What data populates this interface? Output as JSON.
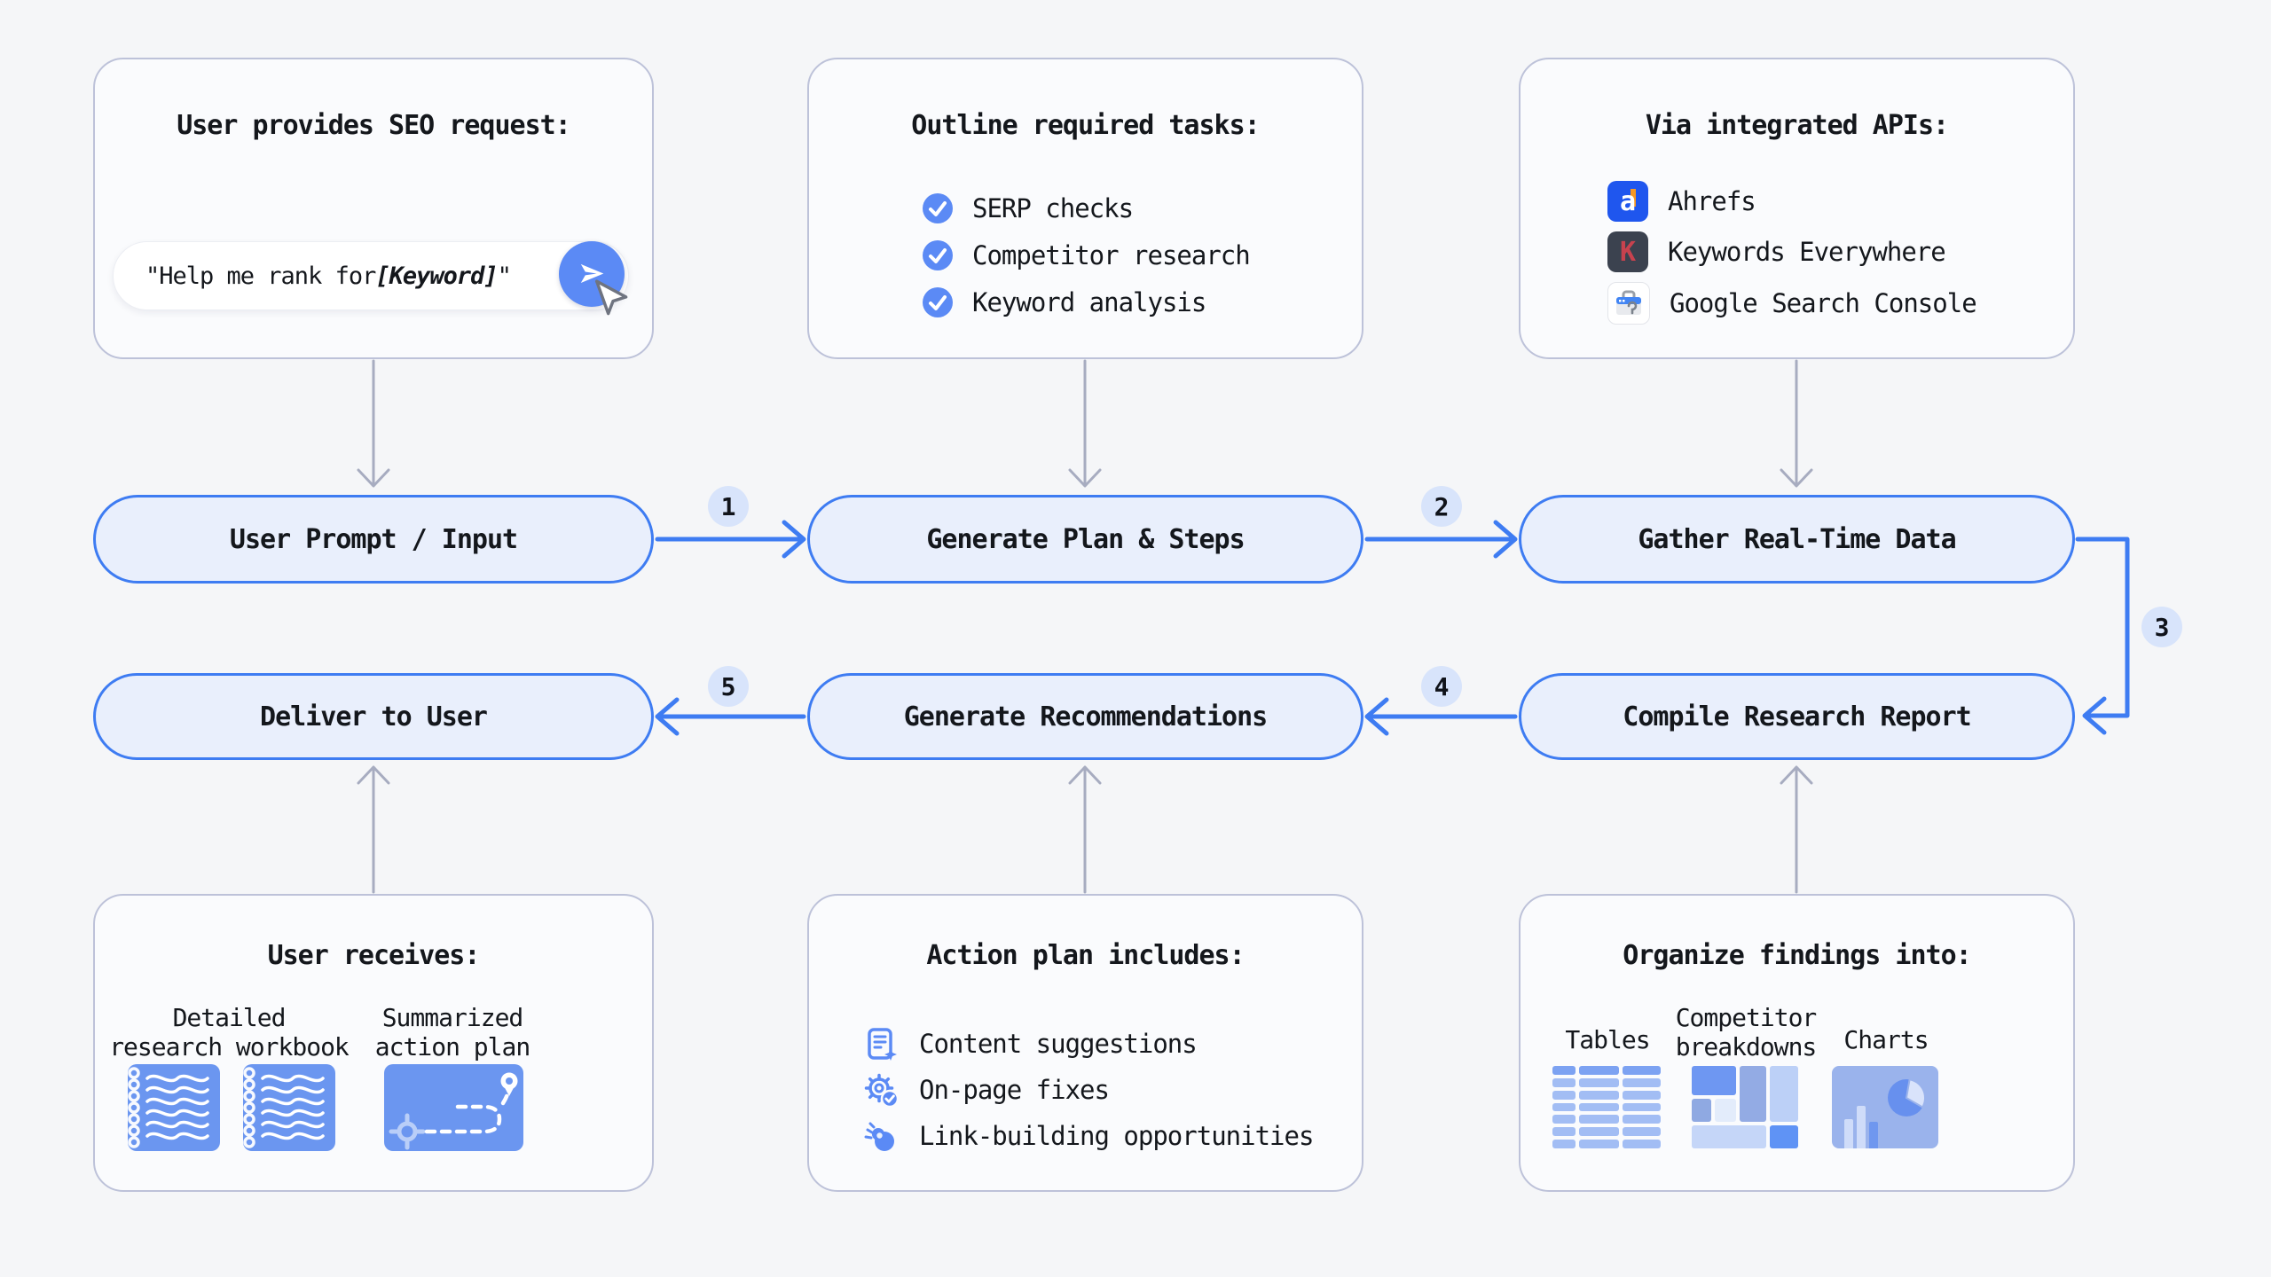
{
  "cards": {
    "seo_request": {
      "title": "User provides SEO request:",
      "input_prefix": "\"Help me rank for ",
      "input_keyword": "[Keyword]",
      "input_suffix": "\""
    },
    "tasks": {
      "title": "Outline required tasks:",
      "items": [
        "SERP checks",
        "Competitor research",
        "Keyword analysis"
      ]
    },
    "apis": {
      "title": "Via integrated APIs:",
      "items": [
        {
          "label": "Ahrefs",
          "glyph": "a"
        },
        {
          "label": "Keywords Everywhere",
          "glyph": "K"
        },
        {
          "label": "Google Search Console"
        }
      ]
    },
    "user_receives": {
      "title": "User receives:",
      "captions": [
        "Detailed\nresearch workbook",
        "Summarized\naction plan"
      ]
    },
    "action_plan": {
      "title": "Action plan includes:",
      "items": [
        "Content suggestions",
        "On-page fixes",
        "Link-building opportunities"
      ]
    },
    "findings": {
      "title": "Organize findings into:",
      "captions": [
        "Tables",
        "Competitor\nbreakdowns",
        "Charts"
      ]
    }
  },
  "flow": {
    "pills_row1": [
      "User Prompt / Input",
      "Generate Plan & Steps",
      "Gather Real-Time Data"
    ],
    "pills_row2": [
      "Deliver to User",
      "Generate Recommendations",
      "Compile Research Report"
    ],
    "step_badges": [
      "1",
      "2",
      "3",
      "4",
      "5"
    ]
  },
  "colors": {
    "accent_blue": "#3e7cf2",
    "pill_fill": "#e9effc",
    "badge_fill": "#d8e4fb",
    "solid_icon_blue": "#6b96f0",
    "line_icon_blue": "#5b8af5",
    "connector_gray": "#a7acc0"
  }
}
